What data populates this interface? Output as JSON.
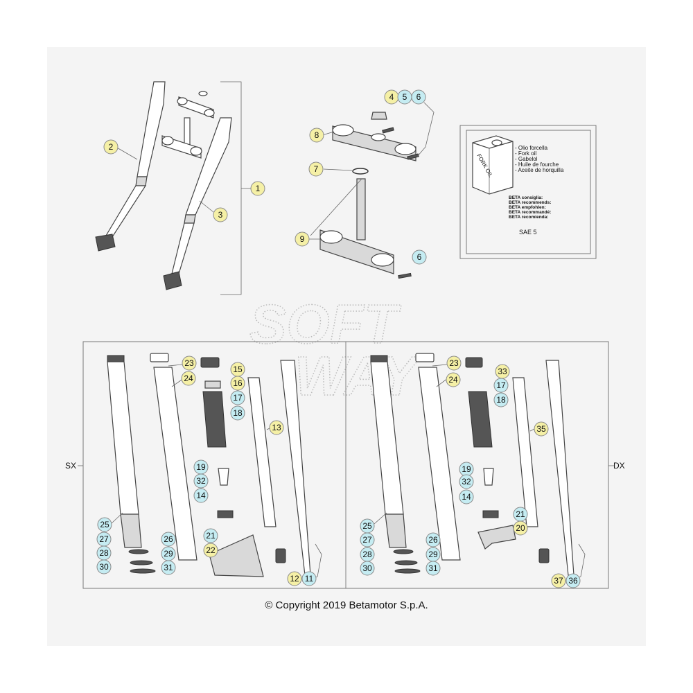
{
  "fork_oil_box": {
    "can_label": "FORK OIL",
    "languages": [
      "- Olio forcella",
      "- Fork oil",
      "- Gabelol",
      "- Huile de fourche",
      "- Aceite de horquilla"
    ],
    "recommends": [
      "BETA consiglia:",
      "BETA recommends:",
      "BETA empfohlen:",
      "BETA recommandé:",
      "BETA recomienda:"
    ],
    "grade": "SAE 5"
  },
  "watermark": {
    "line1": "SOFT",
    "line2": "WAY"
  },
  "sides": {
    "left": "SX",
    "right": "DX"
  },
  "copyright": "© Copyright 2019 Betamotor S.p.A.",
  "callouts": [
    {
      "n": "1",
      "color": "yellow"
    },
    {
      "n": "2",
      "color": "yellow"
    },
    {
      "n": "3",
      "color": "yellow"
    },
    {
      "n": "4",
      "color": "yellow"
    },
    {
      "n": "5",
      "color": "cyan"
    },
    {
      "n": "6",
      "color": "cyan"
    },
    {
      "n": "7",
      "color": "yellow"
    },
    {
      "n": "8",
      "color": "yellow"
    },
    {
      "n": "9",
      "color": "yellow"
    },
    {
      "n": "6",
      "color": "cyan"
    },
    {
      "n": "23",
      "color": "yellow"
    },
    {
      "n": "24",
      "color": "yellow"
    },
    {
      "n": "15",
      "color": "yellow"
    },
    {
      "n": "16",
      "color": "yellow"
    },
    {
      "n": "17",
      "color": "cyan"
    },
    {
      "n": "18",
      "color": "cyan"
    },
    {
      "n": "13",
      "color": "yellow"
    },
    {
      "n": "19",
      "color": "cyan"
    },
    {
      "n": "32",
      "color": "cyan"
    },
    {
      "n": "14",
      "color": "cyan"
    },
    {
      "n": "25",
      "color": "cyan"
    },
    {
      "n": "27",
      "color": "cyan"
    },
    {
      "n": "26",
      "color": "cyan"
    },
    {
      "n": "28",
      "color": "cyan"
    },
    {
      "n": "29",
      "color": "cyan"
    },
    {
      "n": "30",
      "color": "cyan"
    },
    {
      "n": "31",
      "color": "cyan"
    },
    {
      "n": "21",
      "color": "cyan"
    },
    {
      "n": "22",
      "color": "yellow"
    },
    {
      "n": "12",
      "color": "yellow"
    },
    {
      "n": "11",
      "color": "cyan"
    },
    {
      "n": "23",
      "color": "yellow"
    },
    {
      "n": "33",
      "color": "yellow"
    },
    {
      "n": "24",
      "color": "yellow"
    },
    {
      "n": "17",
      "color": "cyan"
    },
    {
      "n": "18",
      "color": "cyan"
    },
    {
      "n": "35",
      "color": "yellow"
    },
    {
      "n": "19",
      "color": "cyan"
    },
    {
      "n": "32",
      "color": "cyan"
    },
    {
      "n": "14",
      "color": "cyan"
    },
    {
      "n": "21",
      "color": "cyan"
    },
    {
      "n": "20",
      "color": "yellow"
    },
    {
      "n": "25",
      "color": "cyan"
    },
    {
      "n": "27",
      "color": "cyan"
    },
    {
      "n": "26",
      "color": "cyan"
    },
    {
      "n": "28",
      "color": "cyan"
    },
    {
      "n": "29",
      "color": "cyan"
    },
    {
      "n": "30",
      "color": "cyan"
    },
    {
      "n": "31",
      "color": "cyan"
    },
    {
      "n": "37",
      "color": "yellow"
    },
    {
      "n": "36",
      "color": "cyan"
    }
  ]
}
